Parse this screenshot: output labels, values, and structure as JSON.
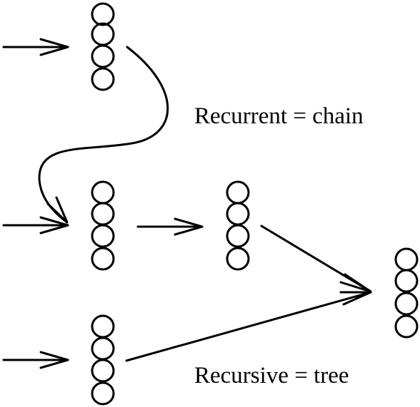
{
  "labels": {
    "recurrent": "Recurrent = chain",
    "recursive": "Recursive = tree"
  },
  "diagram": {
    "stroke_color": "#000000",
    "background": "#ffffff",
    "nodes": [
      {
        "id": "chain-input-top",
        "units": 4
      },
      {
        "id": "chain-middle",
        "units": 4
      },
      {
        "id": "tree-branch",
        "units": 4
      },
      {
        "id": "tree-root",
        "units": 4
      },
      {
        "id": "tree-leaf-bottom",
        "units": 4
      }
    ]
  }
}
